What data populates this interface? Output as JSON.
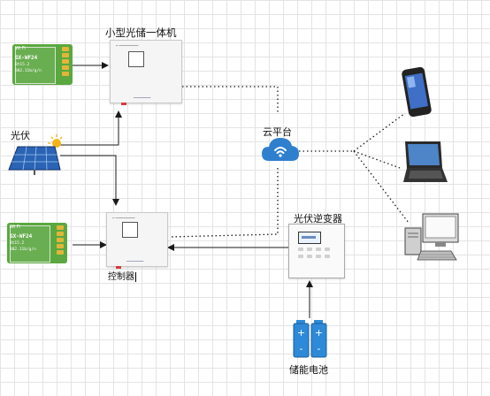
{
  "labels": {
    "storage_unit": "小型光储一体机",
    "solar": "光伏",
    "cloud": "云平台",
    "inverter": "光伏逆变器",
    "controller": "控制器",
    "battery": "储能电池"
  },
  "wifi_module": {
    "logo": "Wi Fi",
    "model": "GX-WF24",
    "line2": "Bt15.2",
    "line3": "802.11b/g/n"
  },
  "colors": {
    "arrow": "#1a1a1a",
    "cloud": "#2f7fcf",
    "module_green": "#5aa83f",
    "battery_blue": "#2e8ad8",
    "solar_blue": "#2b63b5"
  },
  "icons": [
    "wifi-module-icon",
    "solar-panel-icon",
    "cloud-icon",
    "smartphone-icon",
    "laptop-icon",
    "desktop-computer-icon",
    "battery-icon",
    "inverter-icon"
  ]
}
